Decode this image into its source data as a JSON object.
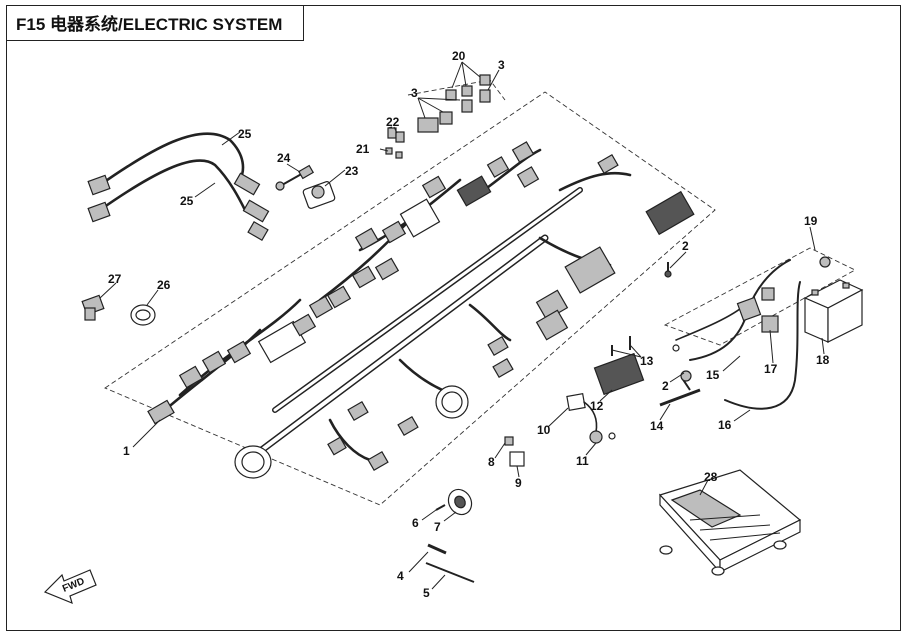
{
  "title": "F15 电器系统/ELECTRIC SYSTEM",
  "direction_label": "FWD",
  "callouts": {
    "c1": "1",
    "c2a": "2",
    "c2b": "2",
    "c3a": "3",
    "c3b": "3",
    "c4": "4",
    "c5": "5",
    "c6": "6",
    "c7": "7",
    "c8": "8",
    "c9": "9",
    "c10": "10",
    "c11": "11",
    "c12": "12",
    "c13": "13",
    "c14": "14",
    "c15": "15",
    "c16": "16",
    "c17": "17",
    "c18": "18",
    "c19": "19",
    "c20": "20",
    "c21": "21",
    "c22": "22",
    "c23": "23",
    "c24": "24",
    "c25a": "25",
    "c25b": "25",
    "c26": "26",
    "c27": "27",
    "c28": "28"
  },
  "colors": {
    "line": "#222222",
    "part_fill": "#bdbdbd",
    "dark_fill": "#555555"
  }
}
